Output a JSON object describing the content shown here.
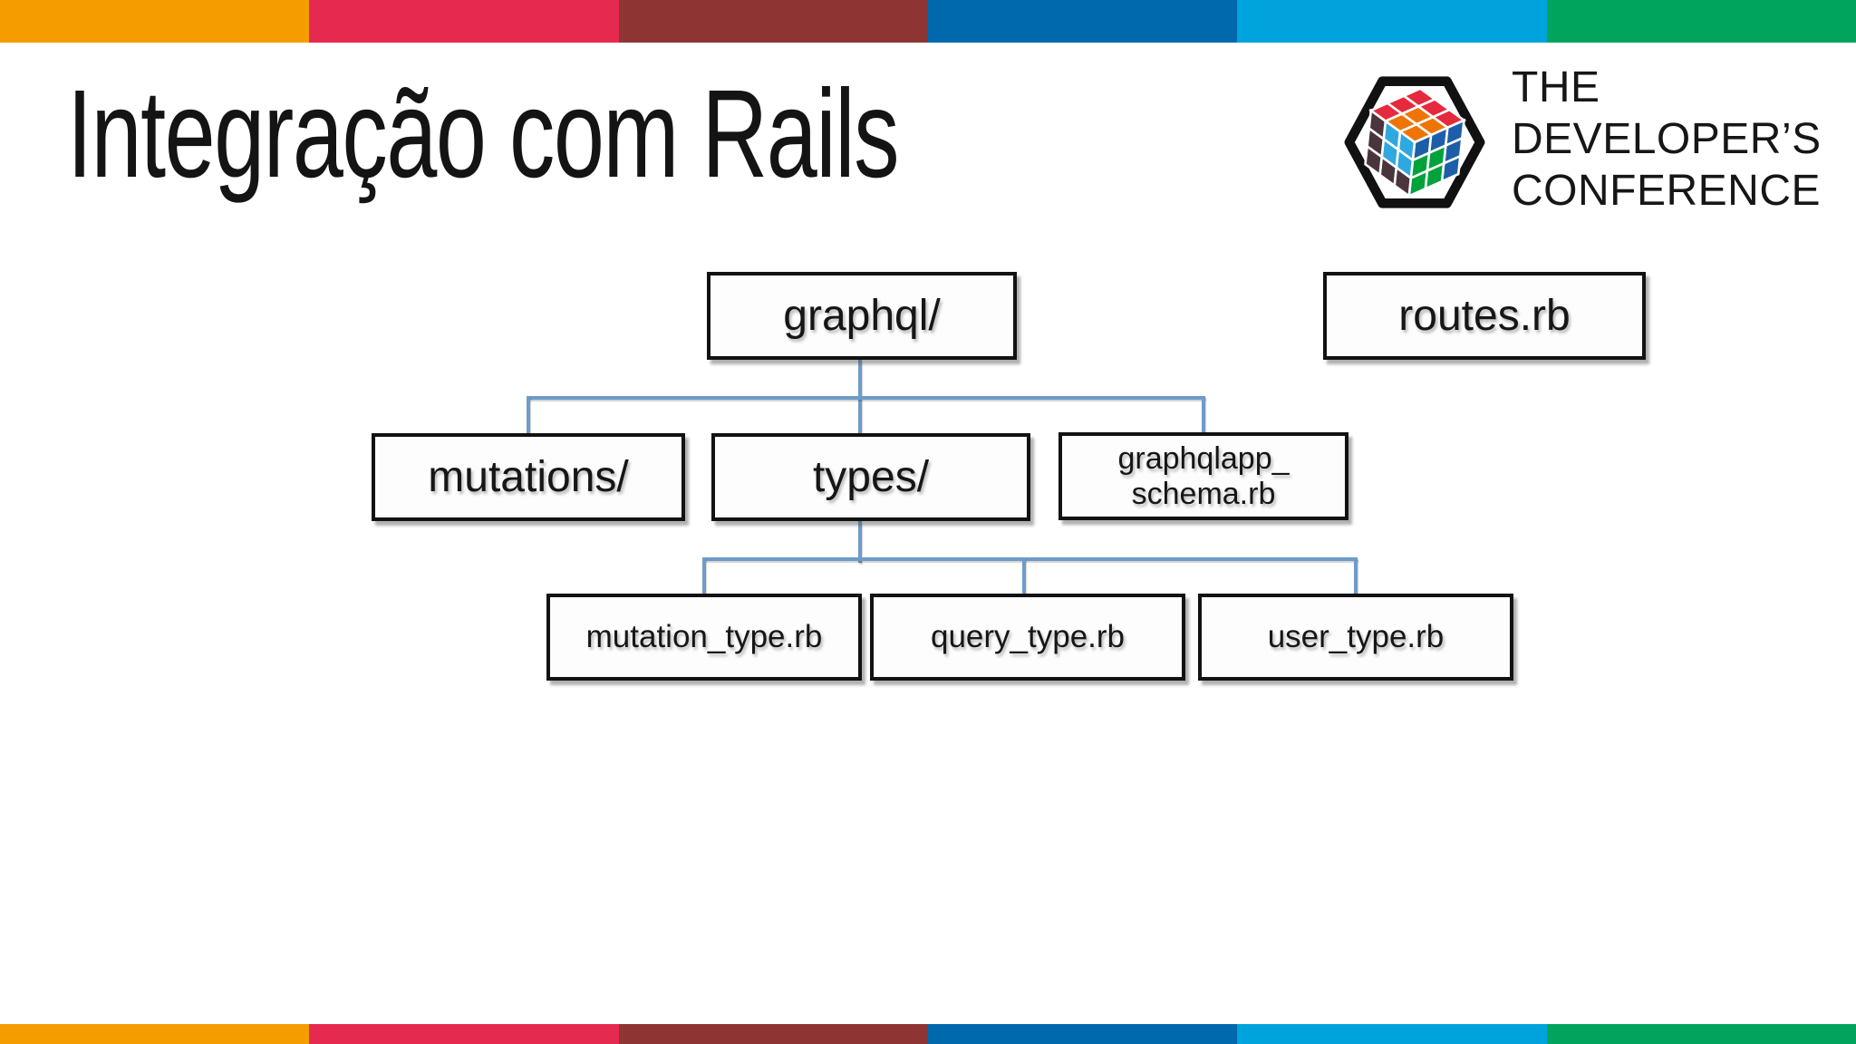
{
  "title": "Integração com Rails",
  "stripe_colors": [
    "#F59C00",
    "#E62A4F",
    "#8E3533",
    "#0068AC",
    "#00A3DB",
    "#00A45C"
  ],
  "logo": {
    "text_lines": [
      "THE",
      "DEVELOPER’S",
      "CONFERENCE"
    ],
    "cube_colors": {
      "red": "#E52A3D",
      "orange": "#EE7505",
      "green": "#00A23C",
      "blue": "#1C5FA8",
      "lightblue": "#2FA8E0",
      "plum": "#4A353C"
    }
  },
  "diagram": {
    "connector_color": "#6E9CC9",
    "nodes": {
      "graphql": {
        "label": "graphql/"
      },
      "routes": {
        "label": "routes.rb"
      },
      "mutations": {
        "label": "mutations/"
      },
      "types": {
        "label": "types/"
      },
      "schema": {
        "line1": "graphqlapp_",
        "line2": "schema.rb"
      },
      "mutation_type": {
        "label": "mutation_type.rb"
      },
      "query_type": {
        "label": "query_type.rb"
      },
      "user_type": {
        "label": "user_type.rb"
      }
    }
  }
}
